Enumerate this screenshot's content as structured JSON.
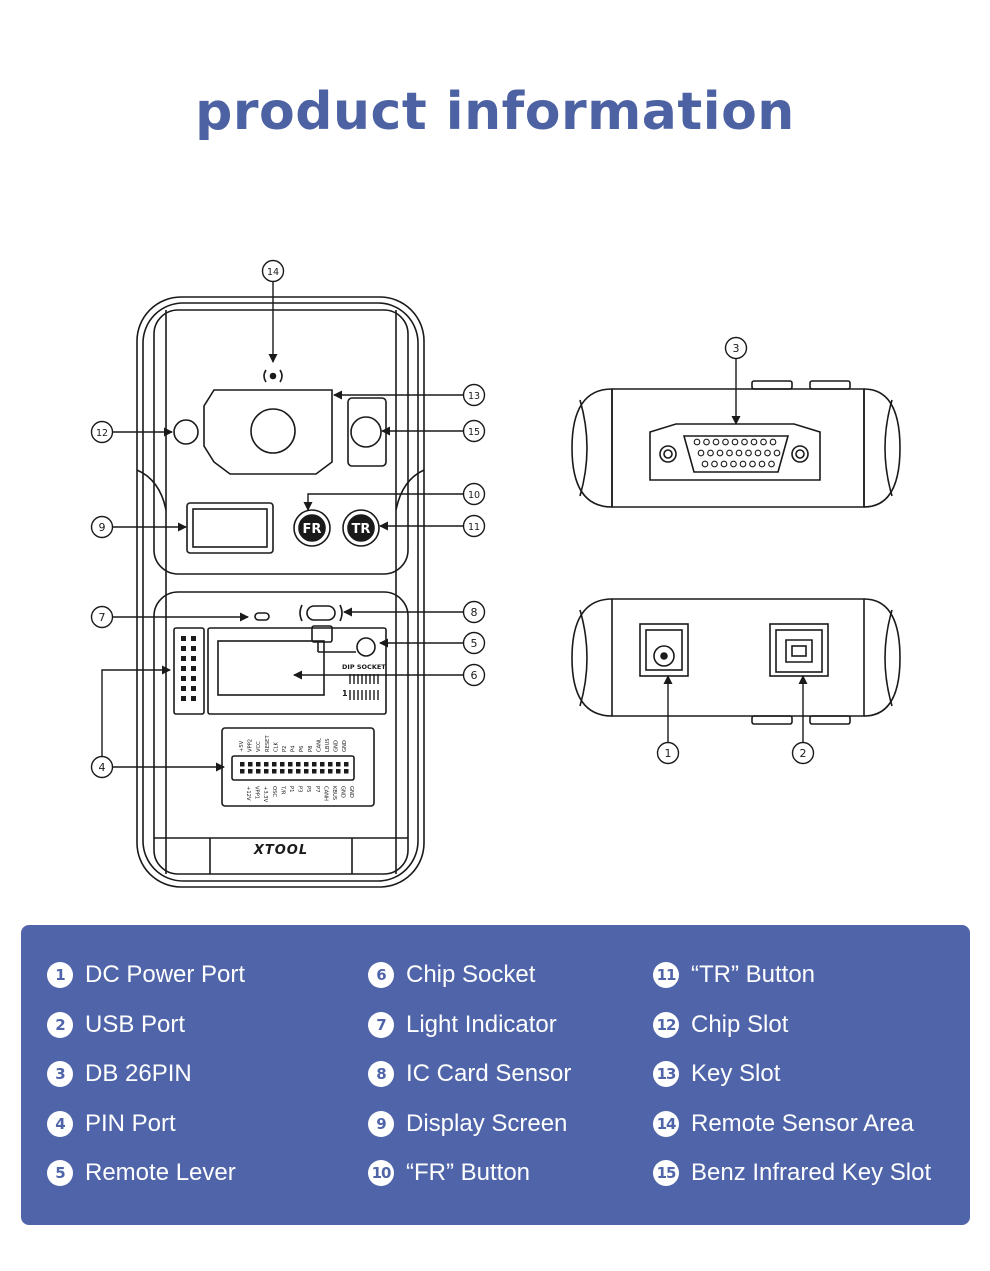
{
  "title": "product information",
  "device": {
    "brand": "XTOOL",
    "fr_label": "FR",
    "tr_label": "TR",
    "dip_label": "DIP SOCKET",
    "dip_num_left": "1",
    "pins_top": [
      "+5V",
      "VPP2",
      "VCC",
      "RESET",
      "CLK",
      "P2",
      "P4",
      "P6",
      "P8",
      "CANL",
      "LBUS",
      "GND",
      "GND"
    ],
    "pins_bottom": [
      "+12V",
      "VPP1",
      "+3.3V",
      "OSC",
      "T/R",
      "P1",
      "P3",
      "P5",
      "P7",
      "CANH",
      "KBUS",
      "GND",
      "GND"
    ]
  },
  "callouts": [
    "1",
    "2",
    "3",
    "4",
    "5",
    "6",
    "7",
    "8",
    "9",
    "10",
    "11",
    "12",
    "13",
    "14",
    "15"
  ],
  "legend": {
    "col1": [
      {
        "num": "1",
        "label": "DC Power Port"
      },
      {
        "num": "2",
        "label": "USB Port"
      },
      {
        "num": "3",
        "label": "DB  26PIN"
      },
      {
        "num": "4",
        "label": "PIN Port"
      },
      {
        "num": "5",
        "label": "Remote Lever"
      }
    ],
    "col2": [
      {
        "num": "6",
        "label": "Chip Socket"
      },
      {
        "num": "7",
        "label": "Light Indicator"
      },
      {
        "num": "8",
        "label": "IC Card Sensor"
      },
      {
        "num": "9",
        "label": "Display Screen"
      },
      {
        "num": "10",
        "label": "“FR” Button"
      }
    ],
    "col3": [
      {
        "num": "11",
        "label": "“TR” Button"
      },
      {
        "num": "12",
        "label": "Chip Slot"
      },
      {
        "num": "13",
        "label": "Key Slot"
      },
      {
        "num": "14",
        "label": "Remote Sensor Area"
      },
      {
        "num": "15",
        "label": "Benz Infrared Key Slot"
      }
    ]
  }
}
